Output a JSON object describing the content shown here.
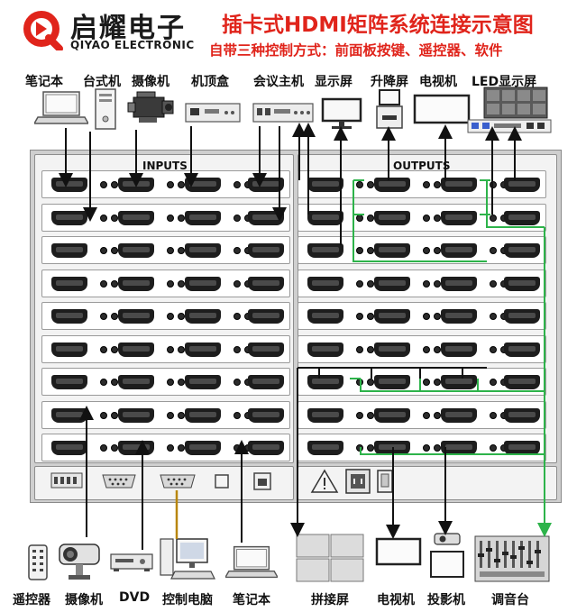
{
  "header": {
    "logo_cn": "启耀电子",
    "logo_en": "QIYAO ELECTRONIC",
    "title": "插卡式HDMI矩阵系统连接示意图",
    "subtitle": "自带三种控制方式：前面板按键、遥控器、软件"
  },
  "sections": {
    "inputs": "INPUTS",
    "outputs": "OUTPUTS"
  },
  "top_devices": [
    "笔记本",
    "台式机",
    "摄像机",
    "机顶盒",
    "会议主机",
    "显示屏",
    "升降屏",
    "电视机",
    "LED显示屏"
  ],
  "bottom_devices": [
    "遥控器",
    "摄像机",
    "DVD",
    "控制电脑",
    "笔记本",
    "拼接屏",
    "电视机",
    "投影机",
    "调音台"
  ],
  "colors": {
    "accent": "#e0241b",
    "audio_wire": "#2db34a",
    "signal_wire": "#111111",
    "serial_wire": "#b8860b"
  }
}
